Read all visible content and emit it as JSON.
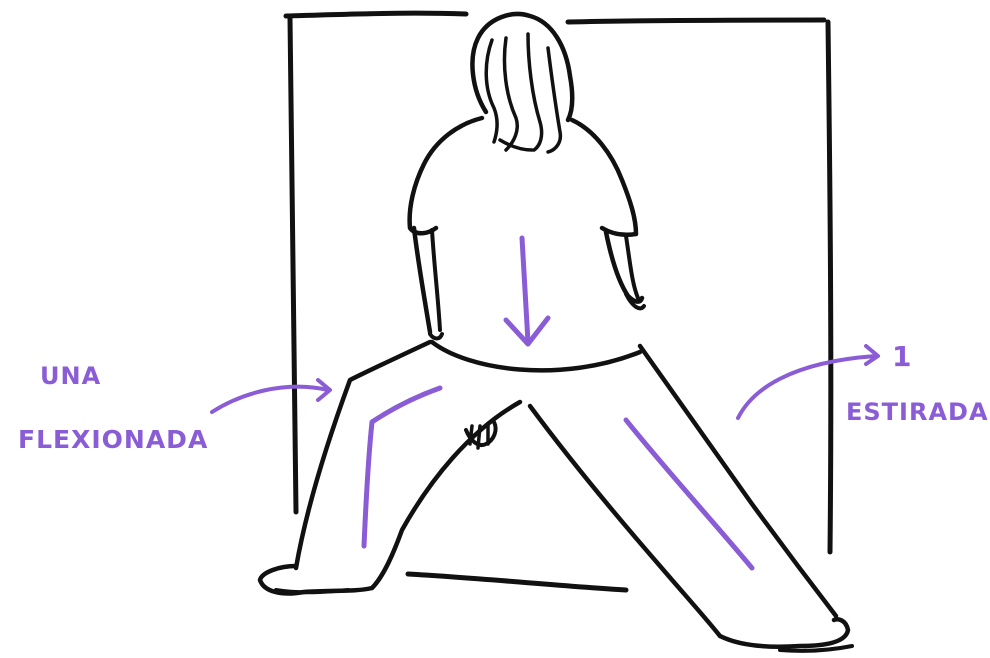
{
  "labels": {
    "left_top": "UNA",
    "left_bottom": "FLEXIONADA",
    "right_number": "1",
    "right_word": "ESTIRADA"
  },
  "colors": {
    "ink": "#111111",
    "accent": "#8a5cd6",
    "background": "#ffffff"
  }
}
